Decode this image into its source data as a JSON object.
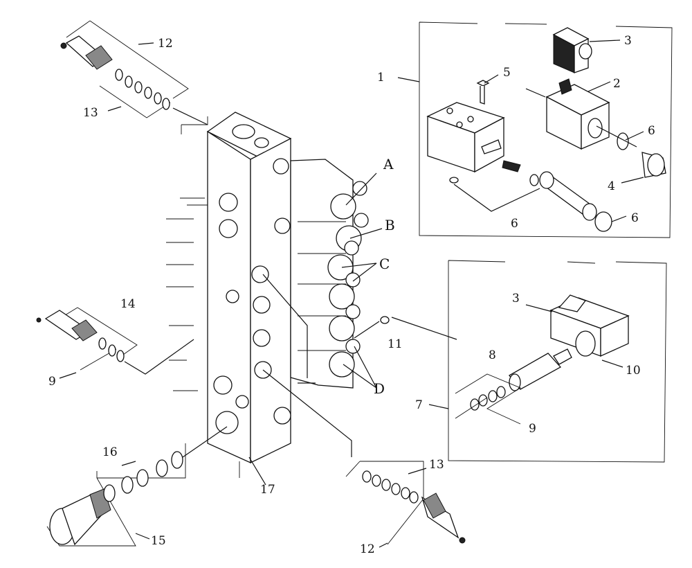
{
  "callouts": {
    "c1": "1",
    "c2": "2",
    "c3a": "3",
    "c4": "4",
    "c5": "5",
    "c6a": "6",
    "c6b": "6",
    "c6c": "6",
    "c3b": "3",
    "c7": "7",
    "c8": "8",
    "c9a": "9",
    "c10": "10",
    "c11": "11",
    "c12a": "12",
    "c13a": "13",
    "c14": "14",
    "c9b": "9",
    "c16": "16",
    "c15": "15",
    "c17": "17",
    "c13b": "13",
    "c12b": "12",
    "cA": "A",
    "cB": "B",
    "cC": "C",
    "cD": "D"
  }
}
